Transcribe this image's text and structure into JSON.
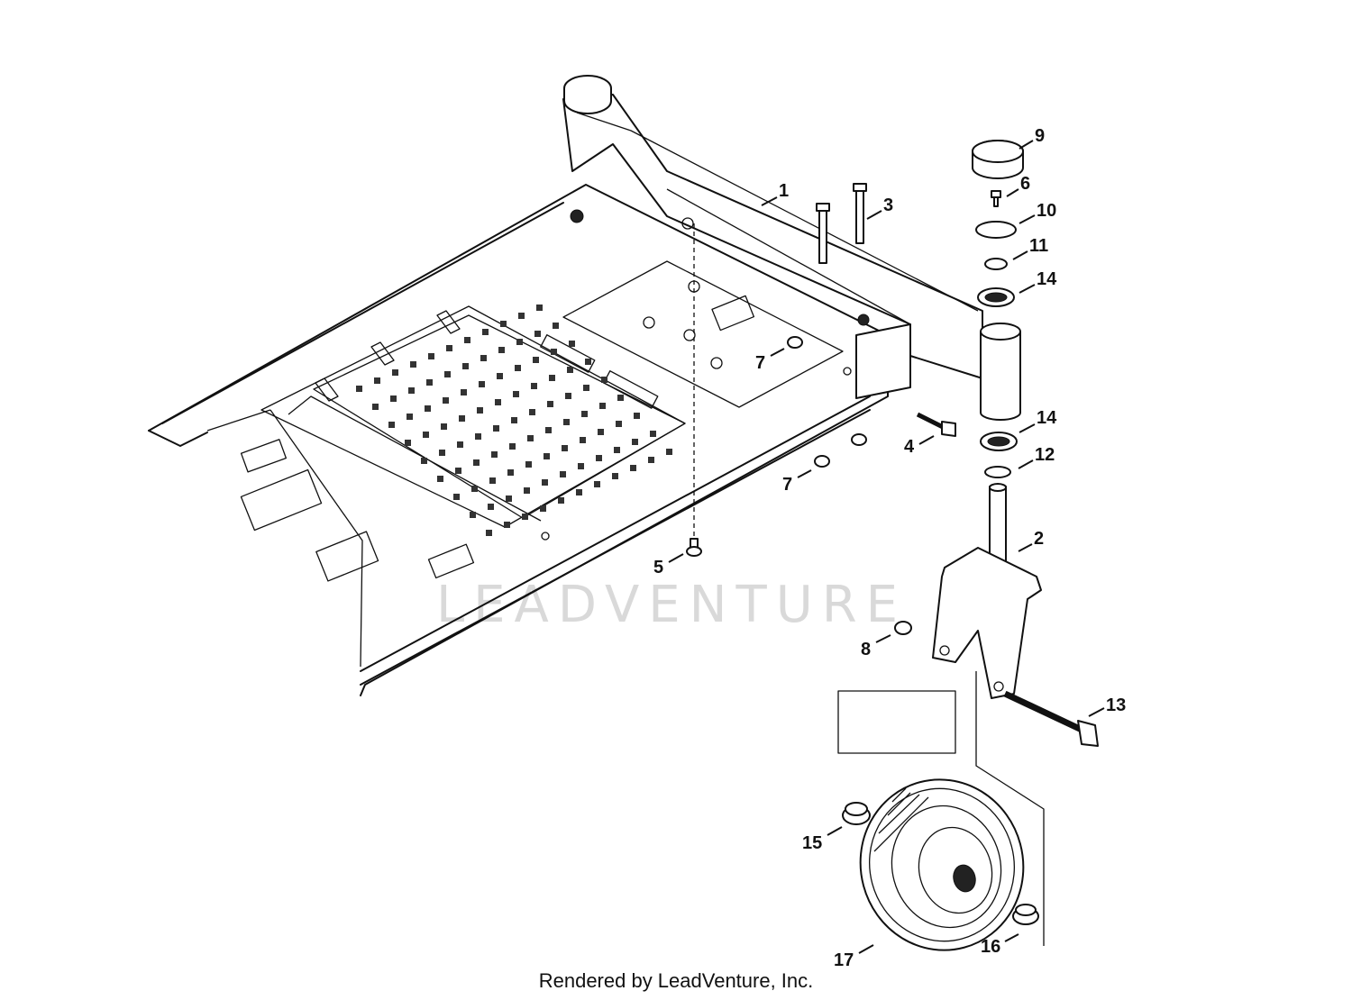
{
  "watermark": "LEADVENTURE",
  "credit": "Rendered by LeadVenture, Inc.",
  "callouts": [
    {
      "id": "c1",
      "label": "1"
    },
    {
      "id": "c2",
      "label": "2"
    },
    {
      "id": "c3",
      "label": "3"
    },
    {
      "id": "c4",
      "label": "4"
    },
    {
      "id": "c5",
      "label": "5"
    },
    {
      "id": "c6",
      "label": "6"
    },
    {
      "id": "c7a",
      "label": "7"
    },
    {
      "id": "c7b",
      "label": "7"
    },
    {
      "id": "c8",
      "label": "8"
    },
    {
      "id": "c9",
      "label": "9"
    },
    {
      "id": "c10",
      "label": "10"
    },
    {
      "id": "c11",
      "label": "11"
    },
    {
      "id": "c12",
      "label": "12"
    },
    {
      "id": "c13",
      "label": "13"
    },
    {
      "id": "c14a",
      "label": "14"
    },
    {
      "id": "c14b",
      "label": "14"
    },
    {
      "id": "c15",
      "label": "15"
    },
    {
      "id": "c16",
      "label": "16"
    },
    {
      "id": "c17",
      "label": "17"
    }
  ]
}
